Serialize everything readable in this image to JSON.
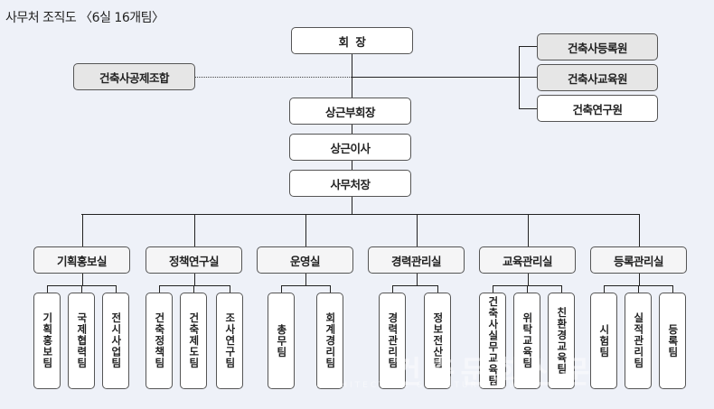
{
  "title": "사무처 조직도 〈6실 16개팀〉",
  "top": {
    "president": "회  장",
    "mutual_aid": "건축사공제조합",
    "vice_president": "상근부회장",
    "director": "상근이사",
    "secretary_general": "사무처장"
  },
  "affiliates": [
    "건축사등록원",
    "건축사교육원",
    "건축연구원"
  ],
  "departments": [
    {
      "name": "기획홍보실",
      "teams": [
        "기획홍보팀",
        "국제협력팀",
        "전시사업팀"
      ]
    },
    {
      "name": "정책연구실",
      "teams": [
        "건축정책팀",
        "건축제도팀",
        "조사연구팀"
      ]
    },
    {
      "name": "운영실",
      "teams": [
        "총무팀",
        "회계경리팀"
      ]
    },
    {
      "name": "경력관리실",
      "teams": [
        "경력관리팀",
        "정보전산팀"
      ]
    },
    {
      "name": "교육관리실",
      "teams": [
        "건축사실무교육팀",
        "위탁교육팀",
        "친환경교육팀"
      ]
    },
    {
      "name": "등록관리실",
      "teams": [
        "시험팀",
        "실적관리팀",
        "등록팀"
      ]
    }
  ],
  "watermark": "건축문화신문",
  "watermark_sub": "ARCHITECTURE & CULTURE NEWS"
}
